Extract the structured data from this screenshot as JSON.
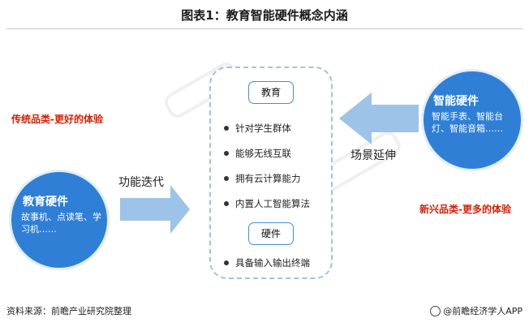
{
  "title": "图表1：教育智能硬件概念内涵",
  "left_tag": "传统品类-更好的体验",
  "right_tag": "新兴品类-更多的体验",
  "left_circle": {
    "title": "教育硬件",
    "desc": "故事机、点读笔、学习机……"
  },
  "right_circle": {
    "title": "智能硬件",
    "desc": "智能手表、智能台灯、智能音箱……"
  },
  "left_arrow_label": "功能迭代",
  "right_arrow_label": "场景延伸",
  "center": {
    "education_label": "教育",
    "education_items": [
      "针对学生群体",
      "能够无线互联",
      "拥有云计算能力",
      "内置人工智能算法"
    ],
    "hardware_label": "硬件",
    "hardware_items": [
      "具备输入输出终端"
    ]
  },
  "footer": {
    "source": "资料来源：前瞻产业研究院整理",
    "brand": "@前瞻经济学人APP"
  },
  "colors": {
    "circle_blue": "#2f7fd6",
    "arrow_blue": "#9ec3e8",
    "tag_red": "#d81e06",
    "pill_border": "#3f8ed9"
  }
}
